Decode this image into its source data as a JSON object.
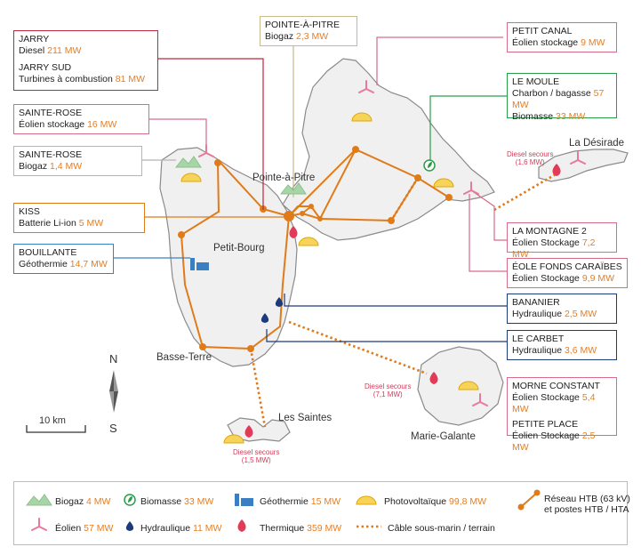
{
  "colors": {
    "network": "#e07b1a",
    "value": "#e67e22",
    "island": "#f0f0f0",
    "coast": "#8a8a8a",
    "hydro": "#1d3a7a",
    "thermal": "#e23b5a",
    "wind": "#e7799a",
    "solar": "#f2b705",
    "biogas": "#9ccc9c",
    "biomass": "#2a9d4a",
    "geo": "#3a7fc1",
    "wire_bg": "#ffffff"
  },
  "places": {
    "pointe_a_pitre": "Pointe-à-Pitre",
    "petit_bourg": "Petit-Bourg",
    "basse_terre": "Basse-Terre",
    "la_desirade": "La Désirade",
    "les_saintes": "Les Saintes",
    "marie_galante": "Marie-Galante"
  },
  "diesel_notes": {
    "desirade": [
      "Diesel secours",
      "(1,6 MW)"
    ],
    "marie_galante": [
      "Diesel secours",
      "(7,1 MW)"
    ],
    "saintes": [
      "Diesel secours",
      "(1,5 MW)"
    ]
  },
  "boxes": {
    "jarry": {
      "title1": "JARRY",
      "type1": "Diesel",
      "value1": "211 MW",
      "title2": "JARRY SUD",
      "type2": "Turbines à combustion",
      "value2": "81 MW"
    },
    "pointe_a_pitre": {
      "title": "POINTE-À-PITRE",
      "type": "Biogaz",
      "value": "2,3 MW"
    },
    "petit_canal": {
      "title": "PETIT CANAL",
      "type": "Éolien stockage",
      "value": "9 MW"
    },
    "le_moule": {
      "title": "LE MOULE",
      "type1": "Charbon / bagasse",
      "value1": "57 MW",
      "type2": "Biomasse",
      "value2": "33 MW"
    },
    "sainte_rose_1": {
      "title": "SAINTE-ROSE",
      "type": "Éolien stockage",
      "value": "16 MW"
    },
    "sainte_rose_2": {
      "title": "SAINTE-ROSE",
      "type": "Biogaz",
      "value": "1,4 MW"
    },
    "kiss": {
      "title": "KISS",
      "type": "Batterie Li-ion",
      "value": "5 MW"
    },
    "bouillante": {
      "title": "BOUILLANTE",
      "type": "Géothermie",
      "value": "14,7 MW"
    },
    "la_montagne": {
      "title": "LA MONTAGNE 2",
      "type": "Éolien Stockage",
      "value": "7,2 MW"
    },
    "fonds_caraibes": {
      "title": "ÉOLE FONDS CARAÏBES",
      "type": "Éolien Stockage",
      "value": "9,9 MW"
    },
    "bananier": {
      "title": "BANANIER",
      "type": "Hydraulique",
      "value": "2,5 MW"
    },
    "le_carbet": {
      "title": "LE CARBET",
      "type": "Hydraulique",
      "value": "3,6 MW"
    },
    "morne_constant": {
      "title1": "MORNE CONSTANT",
      "type1": "Éolien Stockage",
      "value1": "5,4 MW",
      "title2": "PETITE PLACE",
      "type2": "Éolien Stockage",
      "value2": "2,5 MW"
    }
  },
  "compass": {
    "north": "N",
    "south": "S"
  },
  "scale": {
    "label": "10 km"
  },
  "legend": {
    "biogas": {
      "label": "Biogaz",
      "value": "4 MW"
    },
    "biomass": {
      "label": "Biomasse",
      "value": "33 MW"
    },
    "geo": {
      "label": "Géothermie",
      "value": "15 MW"
    },
    "solar": {
      "label": "Photovoltaïque",
      "value": "99,8 MW"
    },
    "network": {
      "label1": "Réseau HTB (63 kV)",
      "label2": "et postes HTB / HTA"
    },
    "wind": {
      "label": "Éolien",
      "value": "57 MW"
    },
    "hydro": {
      "label": "Hydraulique",
      "value": "11 MW"
    },
    "thermal": {
      "label": "Thermique",
      "value": "359 MW"
    },
    "cable": {
      "label": "Câble sous-marin / terrain"
    }
  }
}
